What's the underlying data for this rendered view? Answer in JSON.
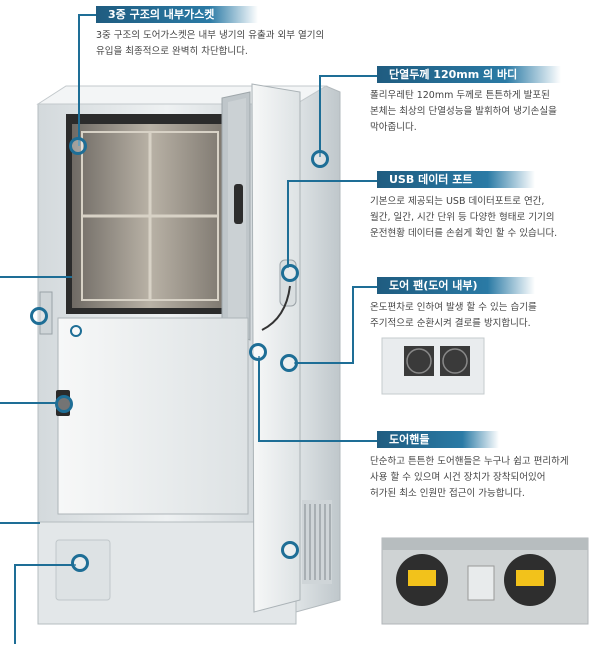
{
  "callouts": {
    "gasket": {
      "title": "3중 구조의 내부가스켓",
      "desc": [
        "3중 구조의 도어가스켓은 내부 냉기의 유출과 외부 열기의",
        "유입을 최종적으로 완벽히 차단합니다."
      ]
    },
    "body": {
      "title": "단열두께 120mm 의 바디",
      "desc": [
        "폴리우레탄 120mm 두께로 튼튼하게 발포된",
        "본체는 최상의 단열성능을 발휘하여 냉기손실을",
        "막아줍니다."
      ]
    },
    "usb": {
      "title": "USB 데이터 포트",
      "desc": [
        "기본으로 제공되는 USB 데이터포트로 연간,",
        "월간, 일간, 시간 단위 등 다양한 형태로 기기의",
        "운전현황 데이터를 손쉽게 확인 할 수 있습니다."
      ]
    },
    "fan": {
      "title": "도어 팬(도어 내부)",
      "desc": [
        "온도편차로 인하여 발생 할 수 있는 습기를",
        "주기적으로 순환시켜 결로를 방지합니다."
      ]
    },
    "handle": {
      "title": "도어핸들",
      "desc": [
        "단순하고 튼튼한 도어핸들은 누구나 쉽고 편리하게",
        "사용 할 수 있으며 시건 장치가 장착되어있어",
        "허가된 최소 인원만 접근이 가능합니다."
      ]
    }
  },
  "colors": {
    "accent": "#1e6e96",
    "cabinet": "#e8ecee",
    "door": "#f1f3f4"
  },
  "icons": [
    "fan-icon",
    "compressor-icon"
  ]
}
